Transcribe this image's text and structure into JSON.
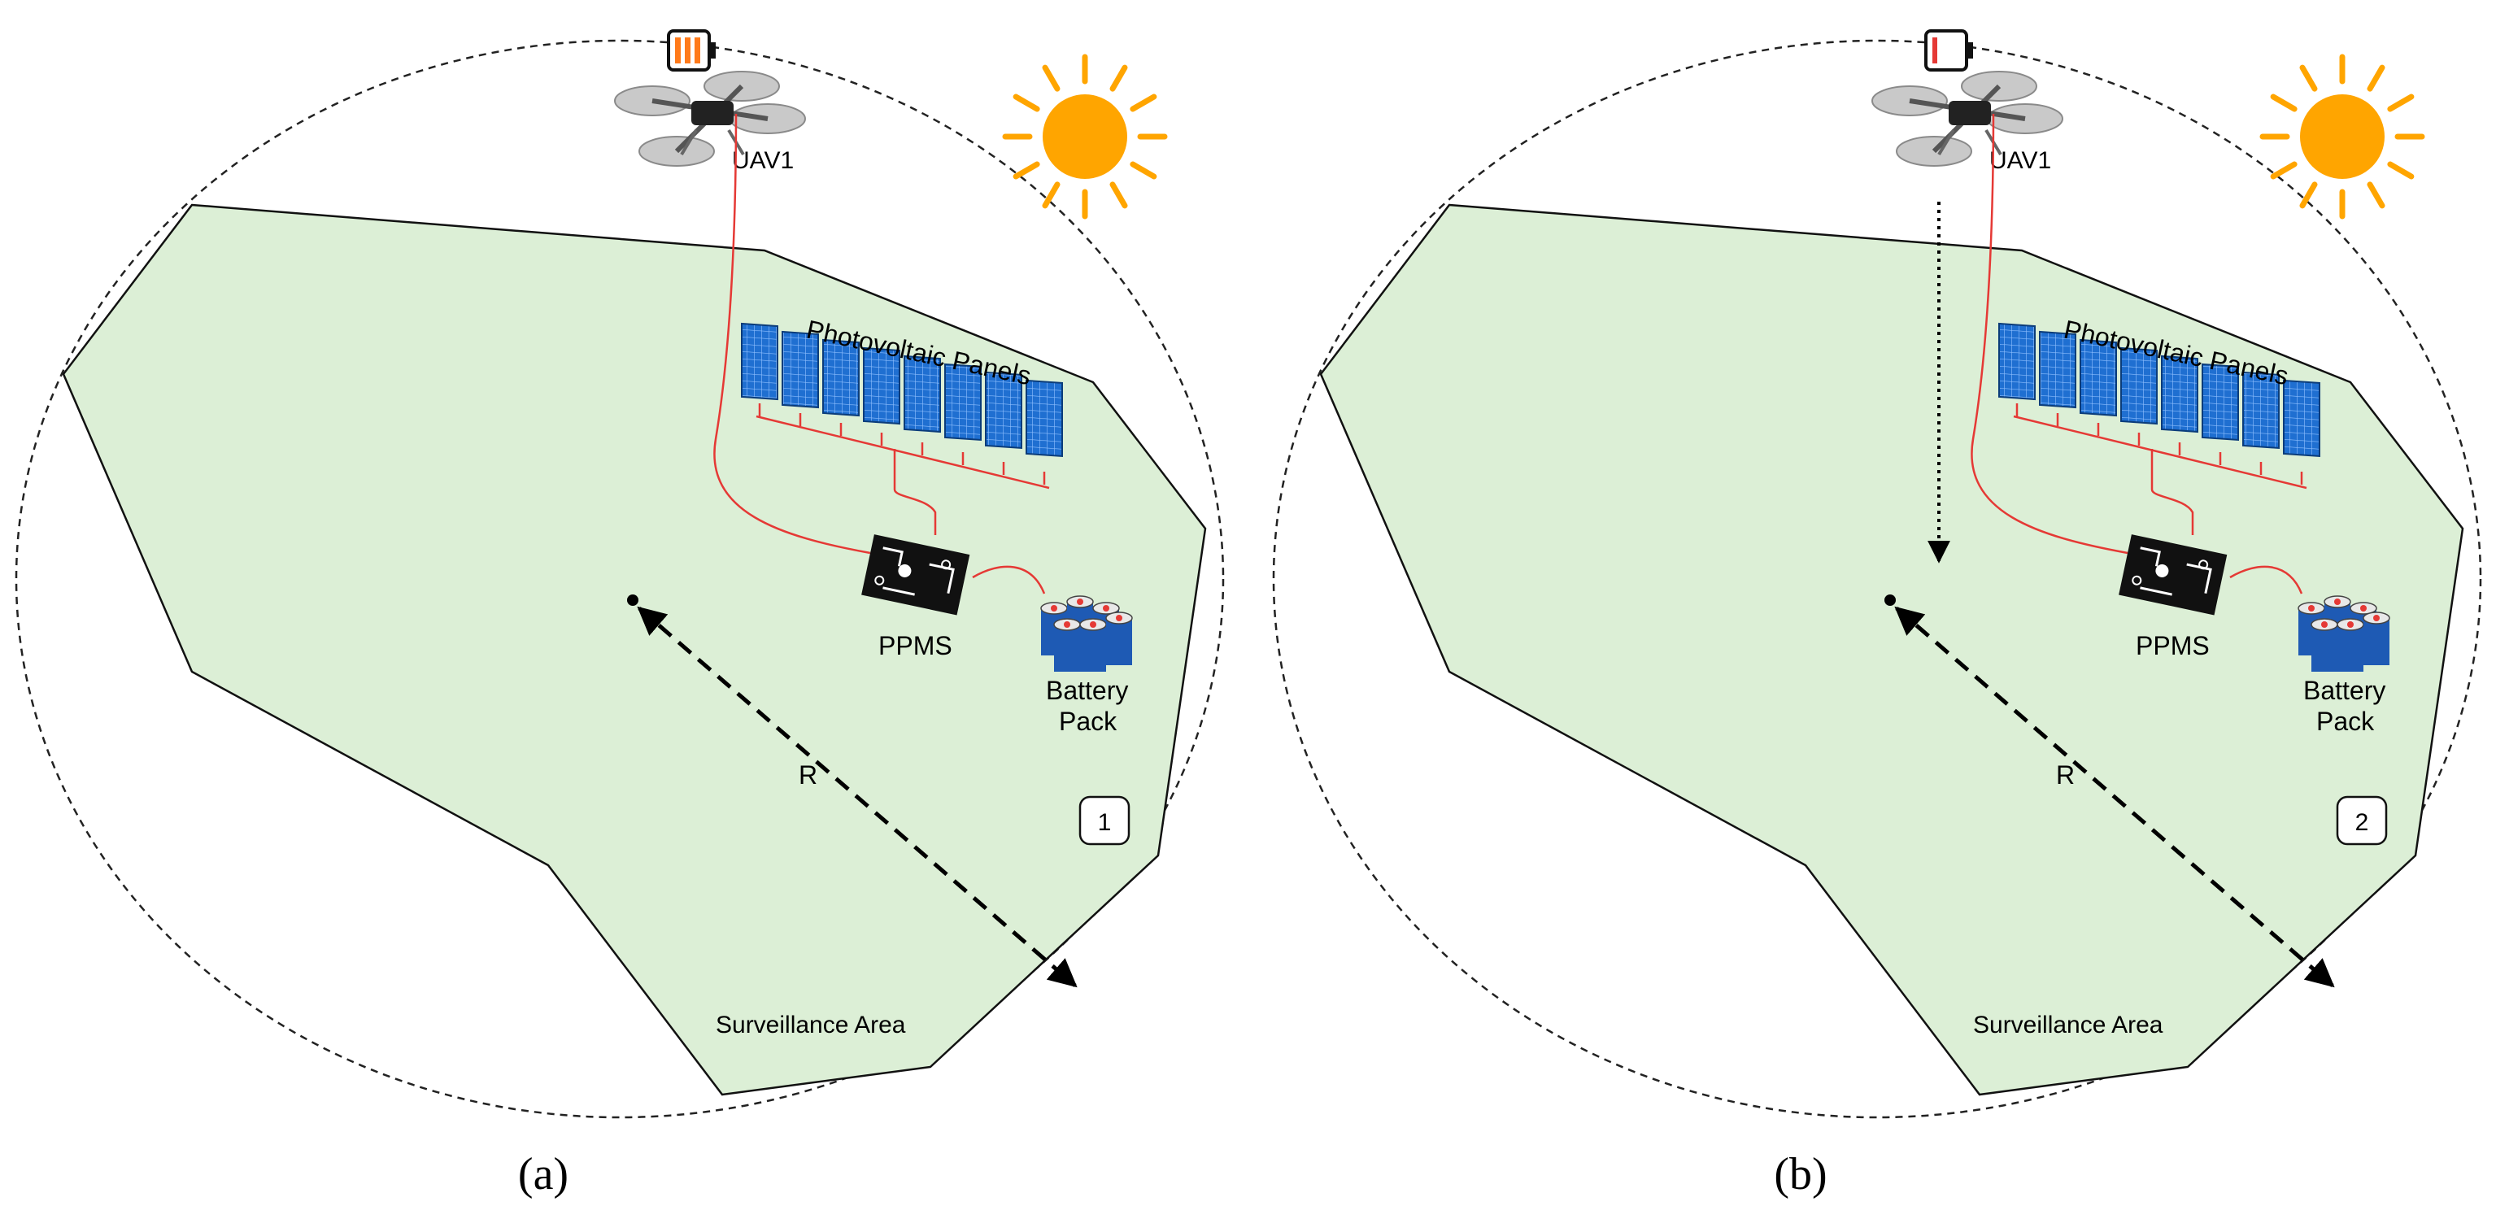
{
  "panels": [
    {
      "id": "a",
      "caption": "(a)",
      "uav_label": "UAV1",
      "pv_label": "Photovoltaic Panels",
      "ppms_label": "PPMS",
      "battery_label_line1": "Battery",
      "battery_label_line2": "Pack",
      "radius_label": "R",
      "area_label": "Surveillance Area",
      "step_badge": "1",
      "uav_battery_level": 0.75,
      "descending": false
    },
    {
      "id": "b",
      "caption": "(b)",
      "uav_label": "UAV1",
      "pv_label": "Photovoltaic Panels",
      "ppms_label": "PPMS",
      "battery_label_line1": "Battery",
      "battery_label_line2": "Pack",
      "radius_label": "R",
      "area_label": "Surveillance Area",
      "step_badge": "2",
      "uav_battery_level": 0.15,
      "descending": true
    }
  ],
  "colors": {
    "area_fill": "#dcefd6",
    "sun": "#ffa500",
    "wire": "#e53935",
    "panel_blue": "#1f6fd1",
    "battery_blue": "#1e5ab4",
    "battery_low": "#e53935",
    "battery_full": "#ff7a1a"
  }
}
